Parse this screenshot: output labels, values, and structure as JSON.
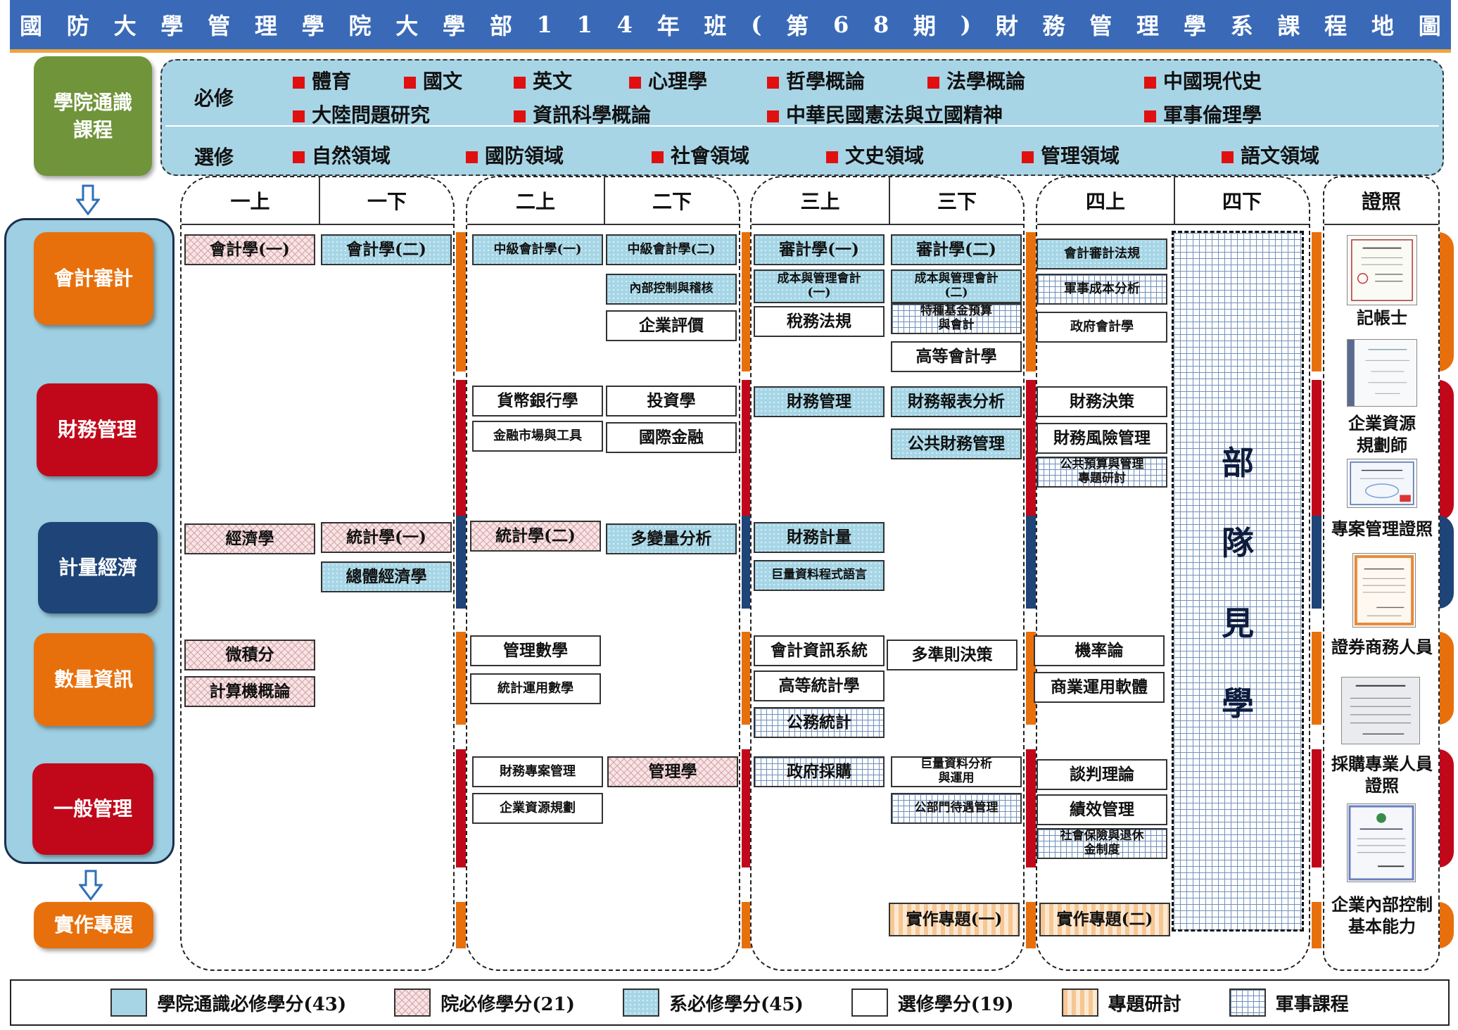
{
  "title": [
    "國",
    "防",
    "大",
    "學",
    "管",
    "理",
    "學",
    "院",
    "大",
    "學",
    "部",
    "1",
    "1",
    "4",
    "年",
    "班",
    "(",
    "第",
    "6",
    "8",
    "期",
    ")",
    "財",
    "務",
    "管",
    "理",
    "學",
    "系",
    "課",
    "程",
    "地",
    "圖"
  ],
  "general": {
    "label": "學院通識\n課程",
    "required_label": "必修",
    "elective_label": "選修",
    "required_row1": [
      "體育",
      "國文",
      "英文",
      "心理學",
      "哲學概論",
      "法學概論",
      "中國現代史"
    ],
    "required_row2": [
      "大陸問題研究",
      "資訊科學概論",
      "中華民國憲法與立國精神",
      "軍事倫理學"
    ],
    "electives": [
      "自然領域",
      "國防領域",
      "社會領域",
      "文史領域",
      "管理領域",
      "語文領域"
    ]
  },
  "tracks": [
    "會計審計",
    "財務管理",
    "計量經濟",
    "數量資訊",
    "一般管理"
  ],
  "project_track": "實作專題",
  "semesters": [
    "一上",
    "一下",
    "二上",
    "二下",
    "三上",
    "三下",
    "四上",
    "四下"
  ],
  "certs_header": "證照",
  "courses": {
    "acc_1a": "會計學(一)",
    "acc_1b": "會計學(二)",
    "acc_2a": "中級會計學(一)",
    "acc_2b1": "中級會計學(二)",
    "acc_2b2": "內部控制與稽核",
    "acc_2b3": "企業評價",
    "acc_3a1": "審計學(一)",
    "acc_3a2": "成本與管理會計\n(一)",
    "acc_3a3": "稅務法規",
    "acc_3b1": "審計學(二)",
    "acc_3b2": "成本與管理會計\n(二)",
    "acc_3b3": "特種基金預算\n與會計",
    "acc_3b4": "高等會計學",
    "acc_4a1": "會計審計法規",
    "acc_4a2": "軍事成本分析",
    "acc_4a3": "政府會計學",
    "fin_2a1": "貨幣銀行學",
    "fin_2a2": "金融市場與工具",
    "fin_2b1": "投資學",
    "fin_2b2": "國際金融",
    "fin_3a1": "財務管理",
    "fin_3b1": "財務報表分析",
    "fin_3b2": "公共財務管理",
    "fin_4a1": "財務決策",
    "fin_4a2": "財務風險管理",
    "fin_4a3": "公共預算與管理\n專題研討",
    "eco_1a": "經濟學",
    "eco_1b1": "統計學(一)",
    "eco_1b2": "總體經濟學",
    "eco_2a": "統計學(二)",
    "eco_2b": "多變量分析",
    "eco_3a1": "財務計量",
    "eco_3a2": "巨量資料程式語言",
    "qua_1a1": "微積分",
    "qua_1a2": "計算機概論",
    "qua_2a1": "管理數學",
    "qua_2a2": "統計運用數學",
    "qua_3a1": "會計資訊系統",
    "qua_3a2": "高等統計學",
    "qua_3a3": "公務統計",
    "qua_3b1": "多準則決策",
    "qua_4a1": "機率論",
    "qua_4a2": "商業運用軟體",
    "gen_2a1": "財務專案管理",
    "gen_2a2": "企業資源規劃",
    "gen_2b1": "管理學",
    "gen_3a1": "政府採購",
    "gen_3b1": "巨量資料分析\n與運用",
    "gen_3b2": "公部門待遇管理",
    "gen_4a1": "談判理論",
    "gen_4a2": "績效管理",
    "gen_4a3": "社會保險與退休\n金制度",
    "proj_3b": "實作專題(一)",
    "proj_4a": "實作專題(二)"
  },
  "military_4b": [
    "部",
    "隊",
    "見",
    "學"
  ],
  "certs": [
    "記帳士",
    "企業資源\n規劃師",
    "專案管理證照",
    "證券商務人員",
    "採購專業人員\n證照",
    "企業內部控制\n基本能力"
  ],
  "legend": [
    "學院通識必修學分(43)",
    "院必修學分(21)",
    "系必修學分(45)",
    "選修學分(19)",
    "專題研討",
    "軍事課程"
  ],
  "colors": {
    "title_bg": "#3a6ab7",
    "orange": "#e8700c",
    "red": "#c1081a",
    "navy": "#1e4478",
    "green": "#70943a",
    "light_blue": "#a6d6e6"
  }
}
